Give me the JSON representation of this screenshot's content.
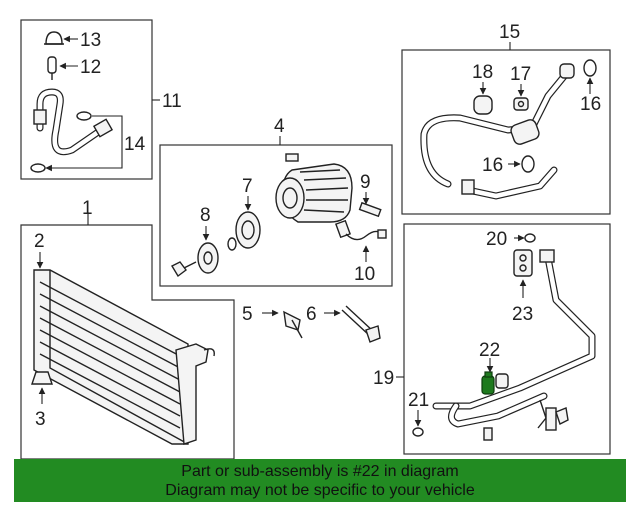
{
  "callouts": {
    "c1": "1",
    "c2": "2",
    "c3": "3",
    "c4": "4",
    "c5": "5",
    "c6": "6",
    "c7": "7",
    "c8": "8",
    "c9": "9",
    "c10": "10",
    "c11": "11",
    "c12": "12",
    "c13": "13",
    "c14": "14",
    "c15": "15",
    "c16a": "16",
    "c16b": "16",
    "c17": "17",
    "c18": "18",
    "c19": "19",
    "c20": "20",
    "c21": "21",
    "c22": "22",
    "c23": "23"
  },
  "banner": {
    "line1": "Part or sub-assembly is #22 in diagram",
    "line2": "Diagram may not be specific to your vehicle"
  },
  "colors": {
    "highlight": "#1e7a1e",
    "banner_bg": "#228b22"
  }
}
